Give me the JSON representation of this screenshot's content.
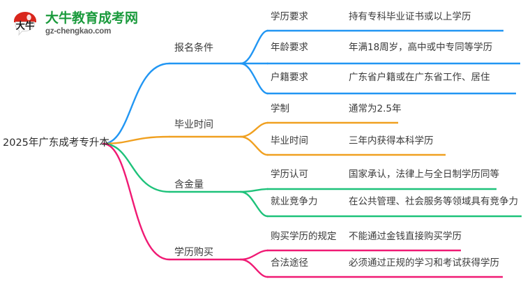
{
  "logo": {
    "icon_name": "daniu-bull-logo",
    "cn_text": "大牛教育成考网",
    "en_text": "gz-chengkao.com",
    "cn_color": "#1a9a3c",
    "en_color": "#5b5b5b",
    "mark_red": "#d9261c"
  },
  "mindmap": {
    "root": {
      "label": "2025年广东成考专升本"
    },
    "branches": [
      {
        "label": "报名条件",
        "color": "#2196f3",
        "children": [
          {
            "label": "学历要求",
            "value": "持有专科毕业证书或以上学历"
          },
          {
            "label": "年龄要求",
            "value": "年满18周岁，高中或中专同等学历"
          },
          {
            "label": "户籍要求",
            "value": "广东省户籍或在广东省工作、居住"
          }
        ]
      },
      {
        "label": "毕业时间",
        "color": "#f0a020",
        "children": [
          {
            "label": "学制",
            "value": "通常为2.5年"
          },
          {
            "label": "毕业时间",
            "value": "三年内获得本科学历"
          }
        ]
      },
      {
        "label": "含金量",
        "color": "#1ec27a",
        "children": [
          {
            "label": "学历认可",
            "value": "国家承认，法律上与全日制学历同等"
          },
          {
            "label": "就业竞争力",
            "value": "在公共管理、社会服务等领域具有竞争力"
          }
        ]
      },
      {
        "label": "学历购买",
        "color": "#f01a74",
        "children": [
          {
            "label": "购买学历的规定",
            "value": "不能通过金钱直接购买学历"
          },
          {
            "label": "合法途径",
            "value": "必须通过正规的学习和考试获得学历"
          }
        ]
      }
    ]
  }
}
